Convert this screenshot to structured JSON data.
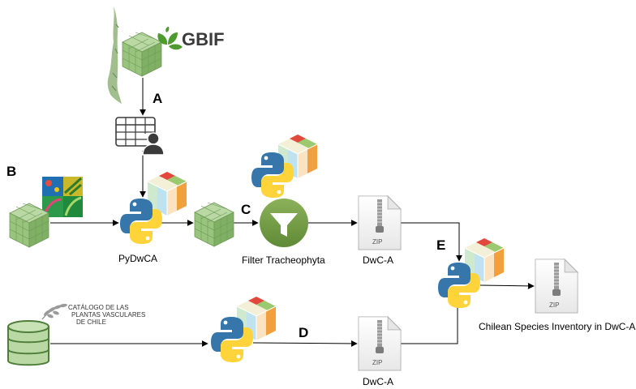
{
  "stages": {
    "a": "A",
    "b": "B",
    "c": "C",
    "d": "D",
    "e": "E"
  },
  "brand": {
    "gbif": "GBIF"
  },
  "catalog": {
    "line1": "CATÁLOGO  DE LAS",
    "line2": "PLANTAS VASCULARES",
    "line3": "DE CHILE"
  },
  "labels": {
    "pydwca": "PyDwCA",
    "filter": "Filter Tracheophyta",
    "dwca_top": "DwC-A",
    "dwca_bottom": "DwC-A",
    "final": "Chilean Species Inventory in DwC-A"
  },
  "file_badge": "ZIP",
  "icons": {
    "cube": "data-cube-icon",
    "map": "chile-map-icon",
    "table_user": "table-user-icon",
    "python": "python-logo-icon",
    "tools_cube": "tools-cube-icon",
    "funnel": "funnel-icon",
    "zip": "zip-file-icon",
    "database": "database-icon",
    "fern": "fern-icon",
    "collage": "photo-collage-icon"
  }
}
